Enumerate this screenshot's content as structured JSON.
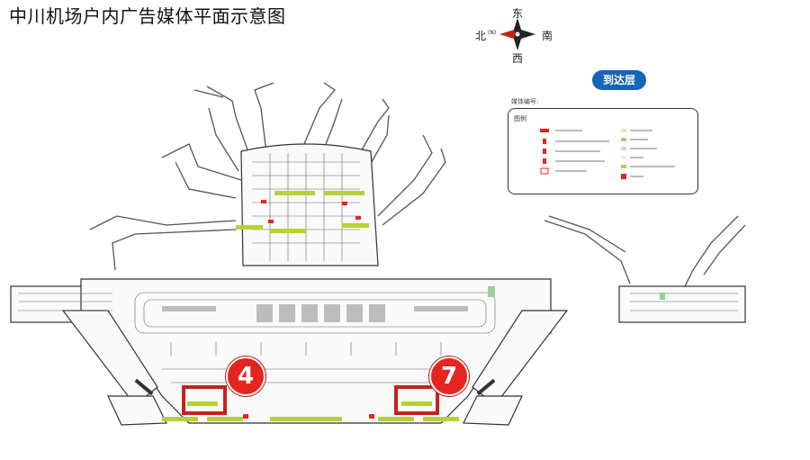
{
  "title": "中川机场户内广告媒体平面示意图",
  "compass": {
    "north": "北",
    "north_mark": "(N)",
    "east": "东",
    "south": "南",
    "west": "西"
  },
  "floor_badge": "到达层",
  "legend": {
    "caption": "媒体编号:",
    "title": "图例"
  },
  "markers": [
    {
      "label": "4"
    },
    {
      "label": "7"
    }
  ],
  "colors": {
    "marker_red": "#e4261f",
    "badge_blue": "#1565b8",
    "ad_green": "#b5d334",
    "line": "#555555"
  }
}
